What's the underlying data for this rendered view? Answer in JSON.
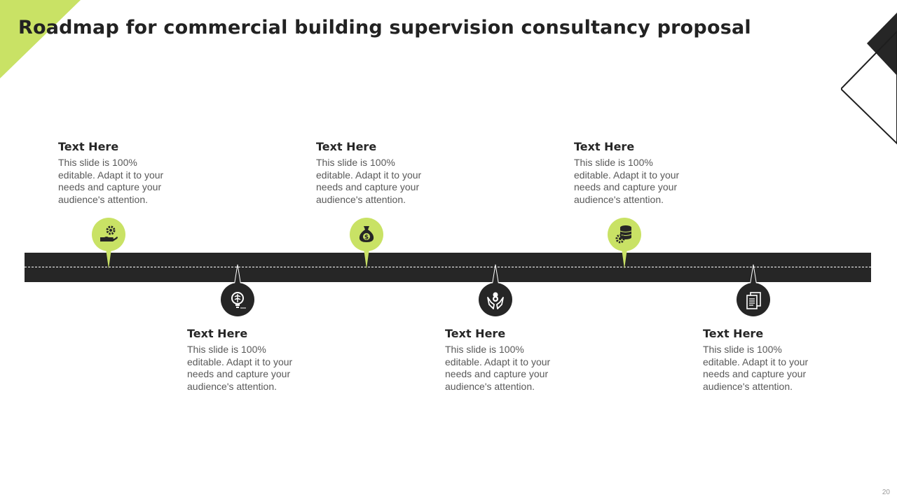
{
  "slide": {
    "title": "Roadmap for commercial building supervision consultancy proposal",
    "page_number": "20"
  },
  "colors": {
    "accent": "#c9e265",
    "dark": "#262626",
    "text_body": "#595959",
    "background": "#ffffff"
  },
  "milestones": [
    {
      "position": "top",
      "icon": "hand-gear-icon",
      "title": "Text Here",
      "body": "This slide is 100% editable. Adapt it to your needs and capture your audience's attention."
    },
    {
      "position": "bottom",
      "icon": "brain-bulb-icon",
      "title": "Text Here",
      "body": "This slide is 100% editable. Adapt it to your needs and capture your audience's attention."
    },
    {
      "position": "top",
      "icon": "money-bag-icon",
      "title": "Text Here",
      "body": "This slide is 100% editable. Adapt it to your needs and capture your audience's attention."
    },
    {
      "position": "bottom",
      "icon": "hands-coins-icon",
      "title": "Text Here",
      "body": "This slide is 100% editable. Adapt it to your needs and capture your audience's attention."
    },
    {
      "position": "top",
      "icon": "database-gear-icon",
      "title": "Text Here",
      "body": "This slide is 100% editable. Adapt it to your needs and capture your audience's attention."
    },
    {
      "position": "bottom",
      "icon": "documents-icon",
      "title": "Text Here",
      "body": "This slide is 100% editable. Adapt it to your needs and capture your audience's attention."
    }
  ]
}
